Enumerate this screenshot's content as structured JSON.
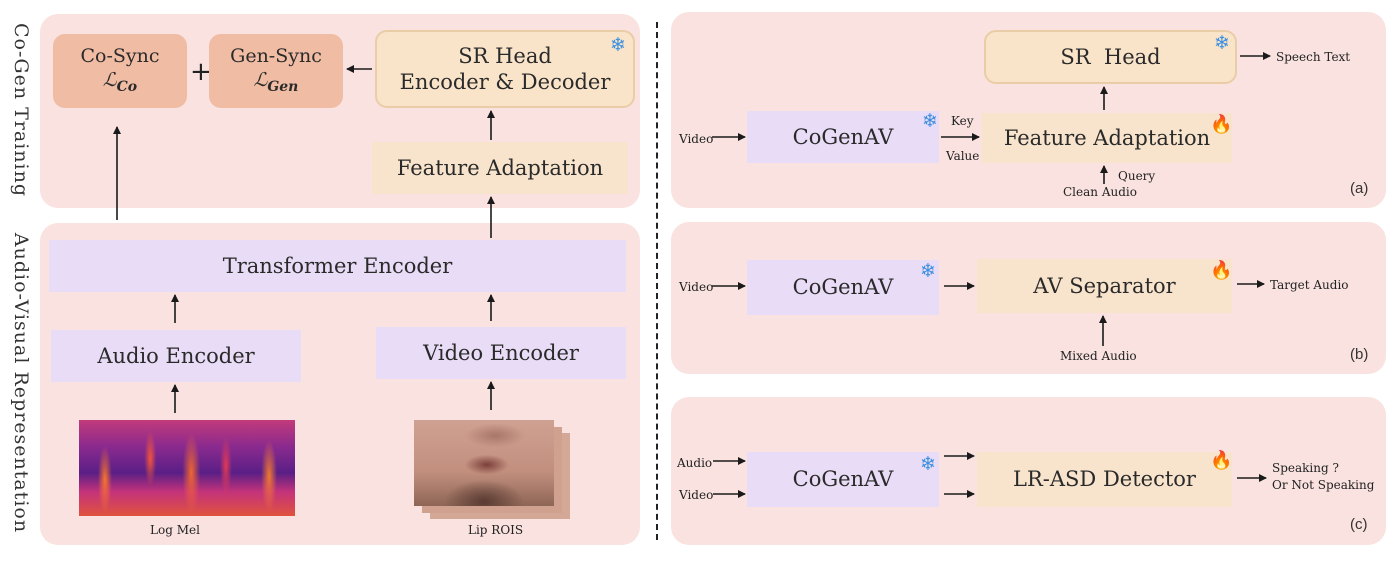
{
  "left": {
    "side_labels": {
      "top": "Co-Gen Training",
      "bottom": "Audio-Visual Representation"
    },
    "co_sync": {
      "name": "Co-Sync",
      "loss": "ℒ",
      "loss_sub": "Co"
    },
    "plus": "+",
    "gen_sync": {
      "name": "Gen-Sync",
      "loss": "ℒ",
      "loss_sub": "Gen"
    },
    "sr_head": {
      "line1": "SR Head",
      "line2": "Encoder & Decoder"
    },
    "feature_adaptation": "Feature Adaptation",
    "transformer_encoder": "Transformer Encoder",
    "audio_encoder": "Audio Encoder",
    "video_encoder": "Video Encoder",
    "log_mel_label": "Log Mel",
    "lip_rois_label": "Lip ROIS"
  },
  "panel_a": {
    "input_video": "Video",
    "cogenav": "CoGenAV",
    "key": "Key",
    "value": "Value",
    "feature_adaptation": "Feature Adaptation",
    "query": "Query",
    "clean_audio": "Clean Audio",
    "sr_head": "SR  Head",
    "output": "Speech Text",
    "tag": "(a)"
  },
  "panel_b": {
    "input_video": "Video",
    "cogenav": "CoGenAV",
    "separator": "AV Separator",
    "mixed_audio": "Mixed Audio",
    "output": "Target Audio",
    "tag": "(b)"
  },
  "panel_c": {
    "input_audio": "Audio",
    "input_video": "Video",
    "cogenav": "CoGenAV",
    "detector": "LR-ASD Detector",
    "output_line1": "Speaking ?",
    "output_line2": "Or Not Speaking",
    "tag": "(c)"
  },
  "icons": {
    "frozen": "❄",
    "trainable": "🔥"
  },
  "colors": {
    "panel_bg": "#f9e2df",
    "encoder_purple": "#e9dcf6",
    "adapter_cream": "#f8e4cc",
    "loss_salmon": "#f1bca4",
    "frozen_blue": "#3b8ee0"
  }
}
